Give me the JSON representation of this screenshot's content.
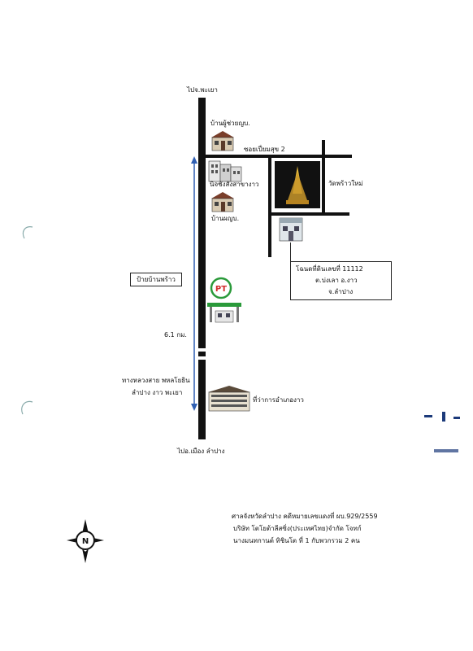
{
  "map": {
    "road_north_label": "ไปจ.พะเยา",
    "road_south_label": "ไปอ.เมือง ลำปาง",
    "soi_label": "ซอยเปี่ยมสุข 2",
    "highway_label_line1": "ทางหลวงสาย พหลโยธิน",
    "highway_label_line2": "ลำปาง งาว พะเยา",
    "distance_label": "6.1 กม.",
    "village_sign": "ป้ายบ้านพร้าว",
    "landmarks": {
      "assistant_headman_house": "บ้านผู้ช่วยญบ.",
      "sao_store": "นิจชังสังสาขางาว",
      "headman_house": "บ้านผญบ.",
      "temple": "วัดพร้าวใหม่",
      "district_office": "ที่ว่าการอำเภองาว",
      "gas_station_logo": "PT"
    },
    "deed_box": {
      "line1": "โฉนดที่ดินเลขที่ 11112",
      "line2": "ต.บ่งเลา   อ.งาว",
      "line3": "จ.ลำปาง"
    }
  },
  "footer": {
    "line1": "ศาลจังหวัดลำปาง  คดีหมายเลขแดงที่ ผบ.929/2559",
    "line2": "บริษัท โตโยต้าลีสซิ่ง(ประเทศไทย)จำกัด  โจทก์",
    "line3": "นางมนทกานต์  ทิชินโต  ที่ 1 กับพวกรวม  2  คน"
  },
  "compass": {
    "north_letter": "N"
  }
}
